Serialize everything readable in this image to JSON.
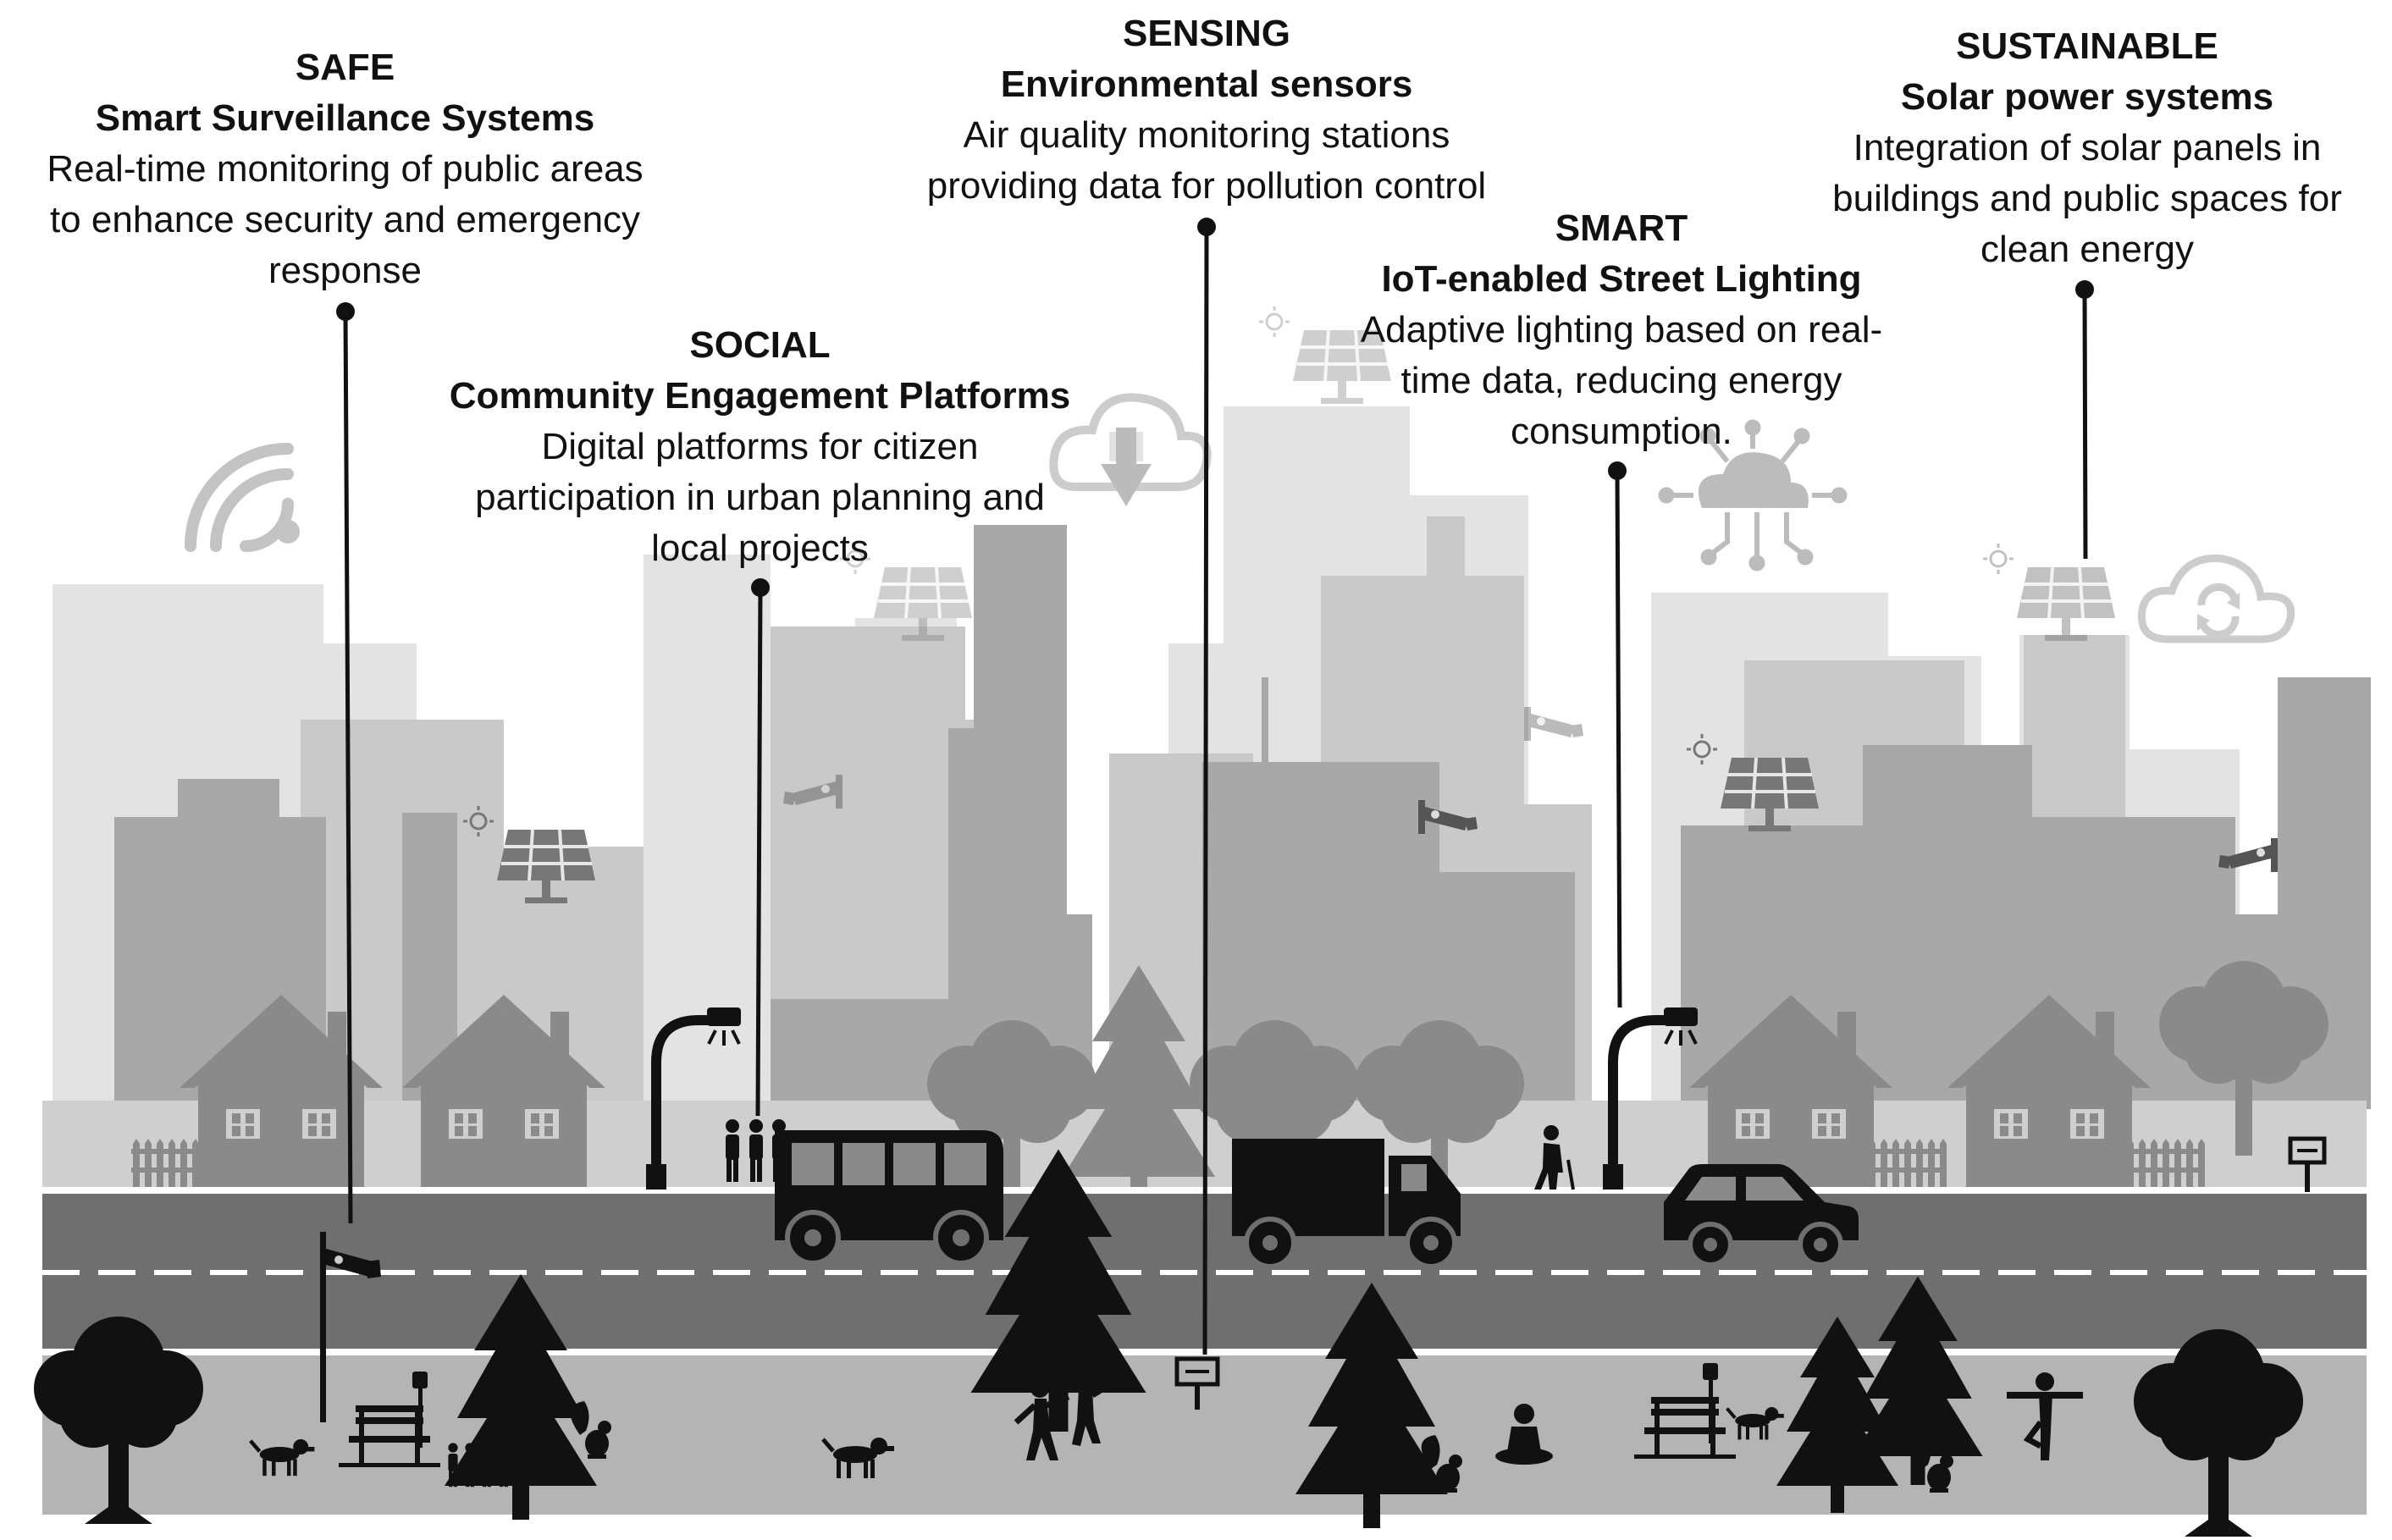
{
  "callouts": {
    "safe": {
      "category": "SAFE",
      "title": "Smart Surveillance Systems",
      "description": "Real-time monitoring of public areas\nto enhance security and emergency\nresponse"
    },
    "social": {
      "category": "SOCIAL",
      "title": "Community Engagement Platforms",
      "description": "Digital platforms for citizen\nparticipation in urban planning and\nlocal projects"
    },
    "sensing": {
      "category": "SENSING",
      "title": "Environmental sensors",
      "description": "Air quality monitoring stations\nproviding data for pollution control"
    },
    "smart": {
      "category": "SMART",
      "title": "IoT-enabled Street Lighting",
      "description": "Adaptive lighting based on real-\ntime data, reducing energy\nconsumption."
    },
    "sustainable": {
      "category": "SUSTAINABLE",
      "title": "Solar power systems",
      "description": "Integration of solar panels in\nbuildings and public spaces for\nclean energy"
    }
  },
  "icons": [
    "wifi-icon",
    "cloud-download-icon",
    "cloud-iot-icon",
    "cloud-sync-icon",
    "solar-panel-icon",
    "cctv-camera-icon",
    "street-light-icon",
    "bus-icon",
    "truck-icon",
    "car-icon",
    "house-icon",
    "tree-icon",
    "pine-tree-icon",
    "bench-icon",
    "dog-icon",
    "squirrel-icon",
    "person-icon",
    "sensor-sign-icon"
  ],
  "colors": {
    "sky_building_light": "#e6e6e6",
    "building_mid": "#cfcfcf",
    "building_dark": "#9a9a9a",
    "road": "#6e6e6e",
    "park": "#b4b4b4",
    "silhouette": "#111111"
  }
}
